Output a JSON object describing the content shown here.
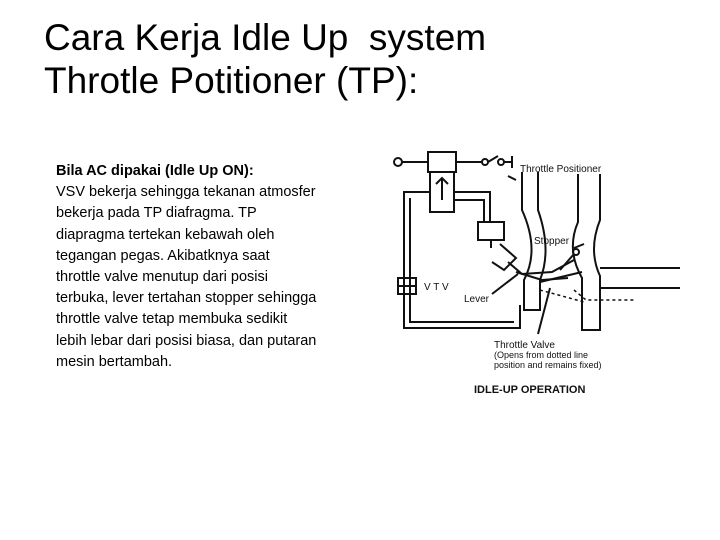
{
  "title": {
    "line1": "Cara Kerja Idle Up  system",
    "line2": "Throtle Potitioner (TP):"
  },
  "body": {
    "heading": "Bila AC dipakai (Idle Up ON):",
    "lines": [
      "VSV bekerja sehingga tekanan atmosfer",
      "bekerja pada TP diafragma. TP",
      "diapragma tertekan kebawah oleh",
      "tegangan pegas. Akibatknya saat",
      "throttle valve menutup dari posisi",
      "terbuka, lever tertahan stopper sehingga",
      "throttle valve tetap membuka sedikit",
      "lebih lebar dari posisi biasa, dan putaran",
      "mesin bertambah."
    ]
  },
  "diagram": {
    "labels": {
      "throttle_positioner": "Throttle Positioner",
      "stopper": "Stopper",
      "vtv": "V T V",
      "lever": "Lever",
      "throttle_valve": "Throttle Valve",
      "note_line1": "(Opens from dotted line",
      "note_line2": "position and remains fixed)",
      "caption": "IDLE-UP OPERATION"
    }
  }
}
